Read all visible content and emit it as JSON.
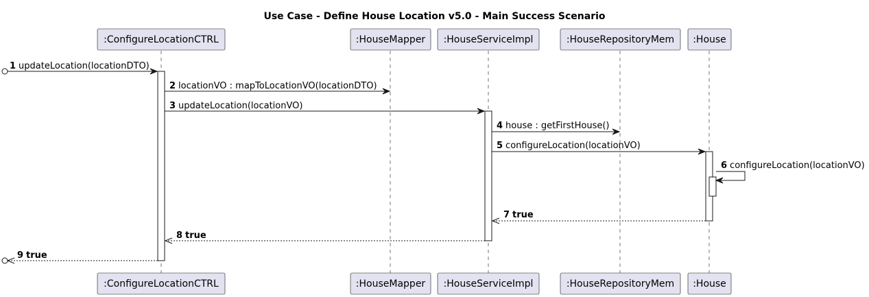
{
  "title": "Use Case - Define House Location v5.0 - Main Success Scenario",
  "participants": [
    {
      "id": "ctrl",
      "label": ":ConfigureLocationCTRL"
    },
    {
      "id": "mapper",
      "label": ":HouseMapper"
    },
    {
      "id": "service",
      "label": ":HouseServiceImpl"
    },
    {
      "id": "repo",
      "label": ":HouseRepositoryMem"
    },
    {
      "id": "house",
      "label": ":House"
    }
  ],
  "messages": [
    {
      "num": "1",
      "text": "updateLocation(locationDTO)",
      "from": "external",
      "to": "ctrl",
      "kind": "sync",
      "bold": false
    },
    {
      "num": "2",
      "text": "locationVO : mapToLocationVO(locationDTO)",
      "from": "ctrl",
      "to": "mapper",
      "kind": "sync",
      "bold": false
    },
    {
      "num": "3",
      "text": "updateLocation(locationVO)",
      "from": "ctrl",
      "to": "service",
      "kind": "sync",
      "bold": false
    },
    {
      "num": "4",
      "text": "house : getFirstHouse()",
      "from": "service",
      "to": "repo",
      "kind": "sync",
      "bold": false
    },
    {
      "num": "5",
      "text": "configureLocation(locationVO)",
      "from": "service",
      "to": "house",
      "kind": "sync",
      "bold": false
    },
    {
      "num": "6",
      "text": "configureLocation(locationVO)",
      "from": "house",
      "to": "house",
      "kind": "self",
      "bold": false
    },
    {
      "num": "7",
      "text": "true",
      "from": "house",
      "to": "service",
      "kind": "return",
      "bold": true
    },
    {
      "num": "8",
      "text": "true",
      "from": "service",
      "to": "ctrl",
      "kind": "return",
      "bold": true
    },
    {
      "num": "9",
      "text": "true",
      "from": "ctrl",
      "to": "external",
      "kind": "return",
      "bold": true
    }
  ]
}
